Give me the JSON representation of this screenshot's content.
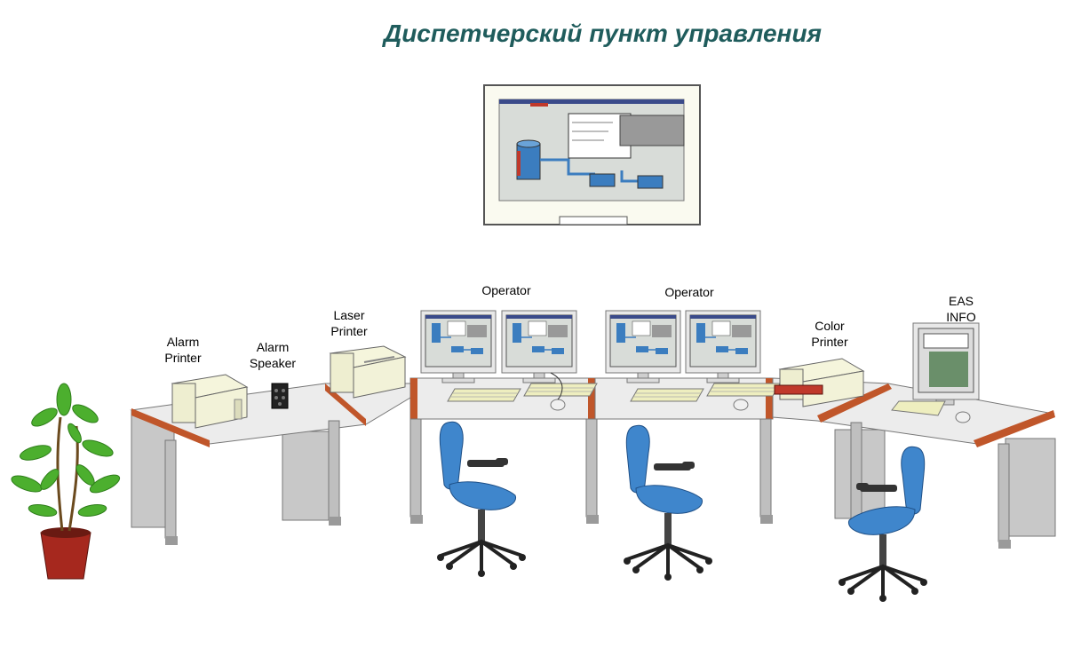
{
  "title": "Диспетчерский пункт управления",
  "labels": {
    "alarm_printer": "Alarm\nPrinter",
    "alarm_speaker": "Alarm\nSpeaker",
    "laser_printer": "Laser\nPrinter",
    "operator_1": "Operator",
    "operator_2": "Operator",
    "color_printer": "Color\nPrinter",
    "eas_info": "EAS\nINFO"
  },
  "colors": {
    "title": "#1f5c5c",
    "desk_top": "#ececec",
    "desk_edge": "#c0562a",
    "chair": "#3f86cc",
    "screen_bg": "#d8dcd8",
    "pipe": "#3b7dbf",
    "plant": "#4caf2e",
    "pot": "#a6281e"
  },
  "icons": [
    "wall-display",
    "alarm-printer",
    "alarm-speaker",
    "laser-printer",
    "monitor",
    "keyboard",
    "mouse",
    "office-chair",
    "color-printer",
    "plant"
  ]
}
